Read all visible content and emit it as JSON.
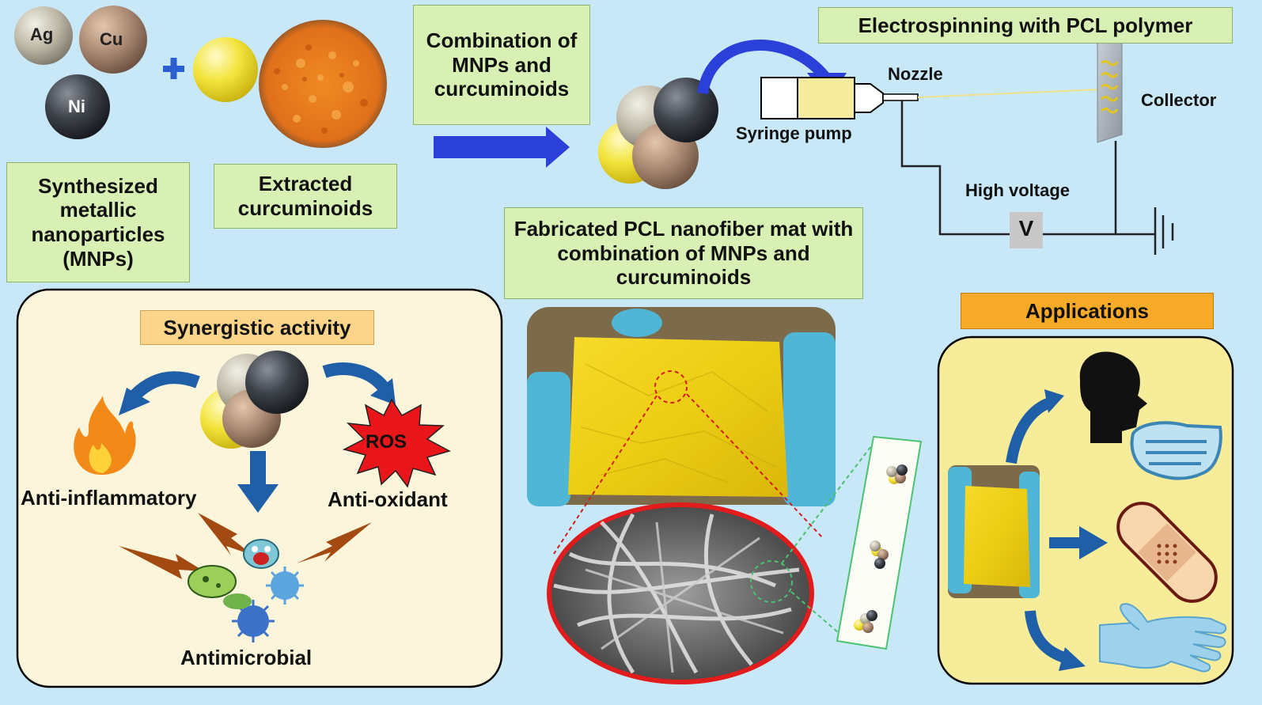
{
  "particles": {
    "ag": "Ag",
    "cu": "Cu",
    "ni": "Ni"
  },
  "labels": {
    "synthesized_mnps": "Synthesized metallic nanoparticles (MNPs)",
    "extracted_curcuminoids": "Extracted curcuminoids",
    "combination": "Combination of MNPs and curcuminoids",
    "electrospinning": "Electrospinning with PCL polymer",
    "nozzle": "Nozzle",
    "collector": "Collector",
    "syringe_pump": "Syringe pump",
    "high_voltage": "High voltage",
    "voltage_symbol": "V",
    "fabricated_mat": "Fabricated PCL nanofiber mat with combination of MNPs and curcuminoids",
    "synergistic_activity": "Synergistic activity",
    "anti_inflammatory": "Anti-inflammatory",
    "anti_oxidant": "Anti-oxidant",
    "ros": "ROS",
    "antimicrobial": "Antimicrobial",
    "applications": "Applications"
  },
  "icons": {
    "plus": "plus-icon",
    "flame": "flame-icon",
    "ros_burst": "ros-burst-icon",
    "face_mask": "face-mask-icon",
    "bandage": "bandage-icon",
    "glove": "glove-icon",
    "microbes": "microbes-icon",
    "lightning": "lightning-icon"
  },
  "colors": {
    "background": "#c8e8f8",
    "label_box": "#d9f0b5",
    "applications_header": "#f7a928",
    "synergy_panel": "#fbf5dc",
    "applications_panel": "#f7ec9a",
    "arrow_blue": "#1f5fa8",
    "mat_yellow": "#f2d21b",
    "ros_red": "#e8161b"
  }
}
